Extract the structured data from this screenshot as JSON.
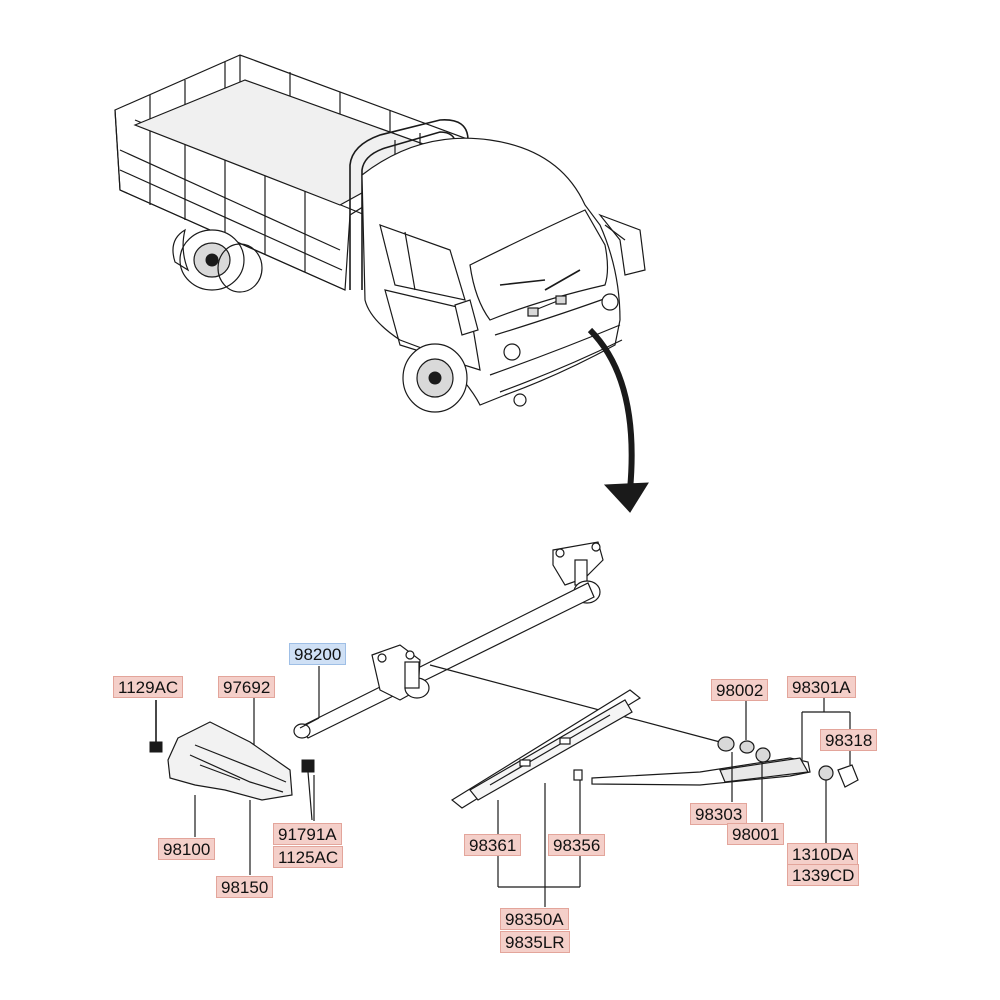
{
  "diagram": {
    "selected_part": "98200",
    "labels": {
      "p98200": "98200",
      "p1129AC": "1129AC",
      "p97692": "97692",
      "p98100": "98100",
      "p98150": "98150",
      "p91791A": "91791A",
      "p1125AC": "1125AC",
      "p98361": "98361",
      "p98356": "98356",
      "p98350A": "98350A",
      "p9835LR": "9835LR",
      "p98002": "98002",
      "p98301A": "98301A",
      "p98318": "98318",
      "p98303": "98303",
      "p98001": "98001",
      "p1310DA": "1310DA",
      "p1339CD": "1339CD"
    },
    "colors": {
      "label_fill": "#f4cfc9",
      "label_border": "#e3a59b",
      "selected_fill": "#cfe0f5",
      "selected_border": "#9fbfe6",
      "line": "#1a1a1a"
    }
  }
}
